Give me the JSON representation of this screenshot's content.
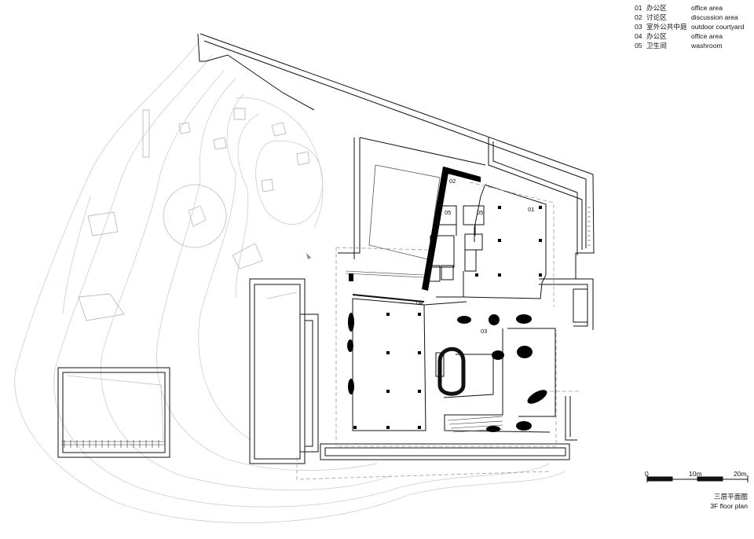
{
  "legend": [
    {
      "num": "01",
      "cn": "办公区",
      "en": "office area"
    },
    {
      "num": "02",
      "cn": "讨论区",
      "en": "discussion area"
    },
    {
      "num": "03",
      "cn": "室外公共中庭",
      "en": "outdoor courtyard"
    },
    {
      "num": "04",
      "cn": "办公区",
      "en": "office area"
    },
    {
      "num": "05",
      "cn": "卫生间",
      "en": "washroom"
    }
  ],
  "scale": {
    "tick0": "0",
    "tick1": "10m",
    "tick2": "20m"
  },
  "title": {
    "cn": "三层平面图",
    "en": "3F floor plan"
  },
  "rooms": {
    "r01": "01",
    "r02": "02",
    "r03": "03",
    "r04": "04",
    "r05a": "05",
    "r05b": "05"
  },
  "colors": {
    "line": "#111111",
    "contour": "#cfcfcf",
    "dashed": "#9a9a9a",
    "fill": "#000000"
  }
}
